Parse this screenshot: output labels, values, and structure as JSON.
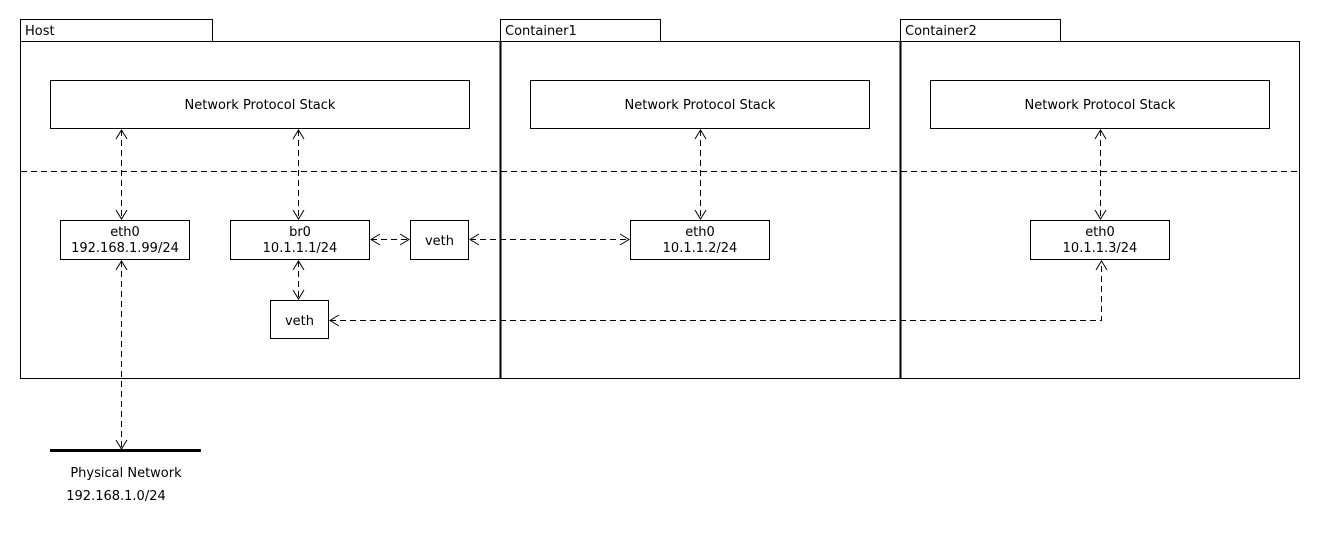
{
  "frames": {
    "host": "Host",
    "container1": "Container1",
    "container2": "Container2"
  },
  "host": {
    "stack": "Network Protocol Stack",
    "eth0": {
      "name": "eth0",
      "ip": "192.168.1.99/24"
    },
    "br0": {
      "name": "br0",
      "ip": "10.1.1.1/24"
    },
    "veth_right": "veth",
    "veth_bottom": "veth"
  },
  "container1": {
    "stack": "Network Protocol Stack",
    "eth0": {
      "name": "eth0",
      "ip": "10.1.1.2/24"
    }
  },
  "container2": {
    "stack": "Network Protocol Stack",
    "eth0": {
      "name": "eth0",
      "ip": "10.1.1.3/24"
    }
  },
  "physical_network": {
    "name": "Physical Network",
    "subnet": "192.168.1.0/24"
  }
}
